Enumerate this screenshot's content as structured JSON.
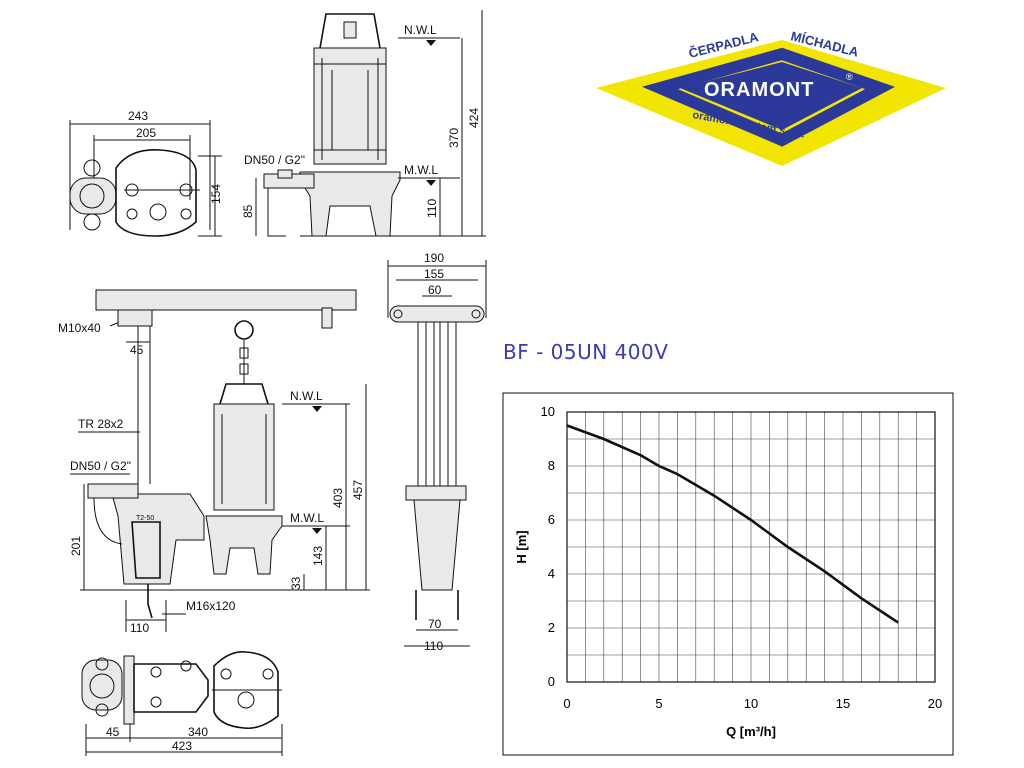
{
  "logo": {
    "top_left": "ČERPADLA",
    "top_right": "MÍCHADLA",
    "brand": "ORAMONT",
    "registered": "®",
    "bottom": "oramont system s.r.o.",
    "colors": {
      "diamond": "#f2e600",
      "ring": "#2b3a9a",
      "text": "#ffffff"
    }
  },
  "drawing": {
    "top_view": {
      "dims": [
        "243",
        "205",
        "154"
      ]
    },
    "side_view": {
      "labels": [
        "N.W.L",
        "M.W.L",
        "DN50 / G2\""
      ],
      "dims": [
        "370",
        "424",
        "85",
        "110"
      ]
    },
    "install_view": {
      "labels": [
        "M10x40",
        "TR 28x2",
        "DN50 / G2\"",
        "N.W.L",
        "M.W.L",
        "M16x120",
        "T2-50"
      ],
      "dims": [
        "45",
        "403",
        "457",
        "201",
        "143",
        "33",
        "110"
      ]
    },
    "front_view": {
      "dims": [
        "190",
        "155",
        "60",
        "70",
        "110"
      ]
    },
    "plan_view": {
      "dims": [
        "45",
        "340",
        "423"
      ]
    }
  },
  "chart_title": "BF - 05UN 400V",
  "chart_data": {
    "type": "line",
    "title": "BF - 05UN 400V",
    "xlabel": "Q [m³/h]",
    "ylabel": "H [m]",
    "xlim": [
      0,
      20
    ],
    "ylim": [
      0,
      10
    ],
    "xticks": [
      0,
      5,
      10,
      15,
      20
    ],
    "yticks": [
      0,
      2,
      4,
      6,
      8,
      10
    ],
    "grid": true,
    "series": [
      {
        "x": [
          0,
          2,
          4,
          5,
          6,
          8,
          10,
          12,
          14,
          16,
          18
        ],
        "y": [
          9.5,
          9.0,
          8.4,
          8.0,
          7.7,
          6.9,
          6.0,
          5.0,
          4.1,
          3.1,
          2.2
        ]
      }
    ]
  }
}
